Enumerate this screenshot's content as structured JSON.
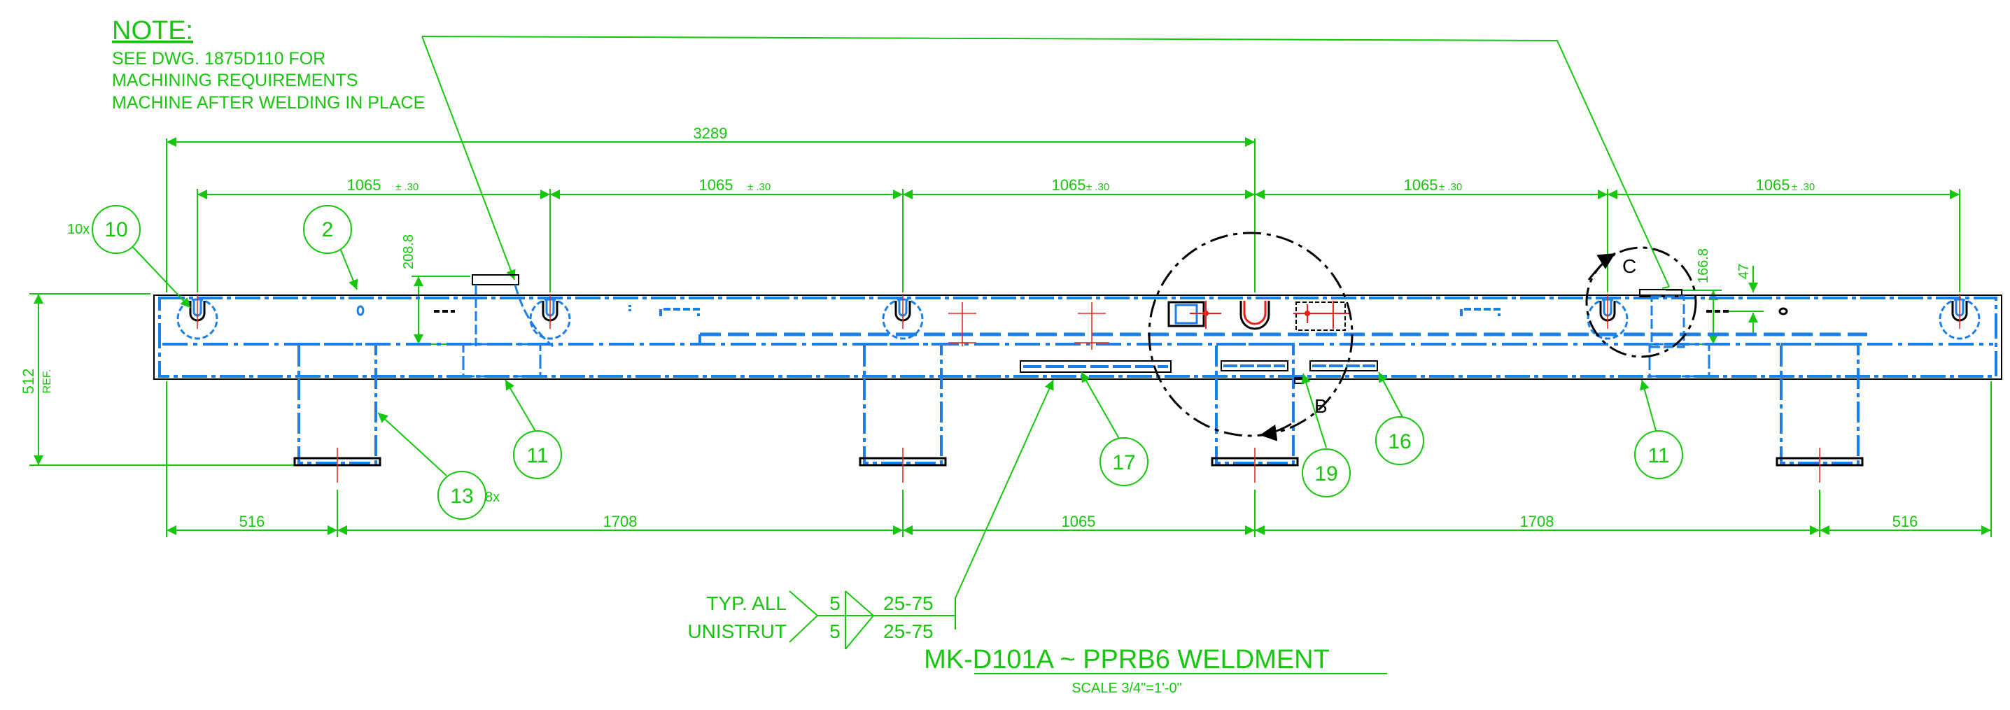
{
  "note": {
    "heading": "NOTE:",
    "lines": [
      "SEE DWG. 1875D110 FOR",
      "MACHINING REQUIREMENTS",
      "MACHINE AFTER WELDING IN PLACE"
    ]
  },
  "dimensions": {
    "overall": "3289",
    "span": "1065",
    "tolerance": "± .30",
    "height": "512",
    "height_ref": "REF.",
    "v_208": "208.8",
    "v_166": "166.8",
    "v_47": "47",
    "bottom": [
      "516",
      "1708",
      "1065",
      "1708",
      "516"
    ]
  },
  "balloons": {
    "b10": "10",
    "b10_qty": "10x",
    "b2": "2",
    "b11a": "11",
    "b11b": "11",
    "b13": "13",
    "b13_qty": "8x",
    "b17": "17",
    "b19": "19",
    "b16": "16"
  },
  "details": {
    "c": "C",
    "b": "B"
  },
  "weld": {
    "line1": "TYP. ALL",
    "line2": "UNISTRUT",
    "size1": "5",
    "size2": "5",
    "len1": "25-75",
    "len2": "25-75"
  },
  "title": {
    "main": "MK-D101A ~ PPRB6 WELDMENT",
    "scale": "SCALE 3/4\"=1'-0\""
  },
  "colors": {
    "dim": "#16c60c",
    "part": "#1a7fe8",
    "center": "#e8201a",
    "outline": "#000000"
  }
}
